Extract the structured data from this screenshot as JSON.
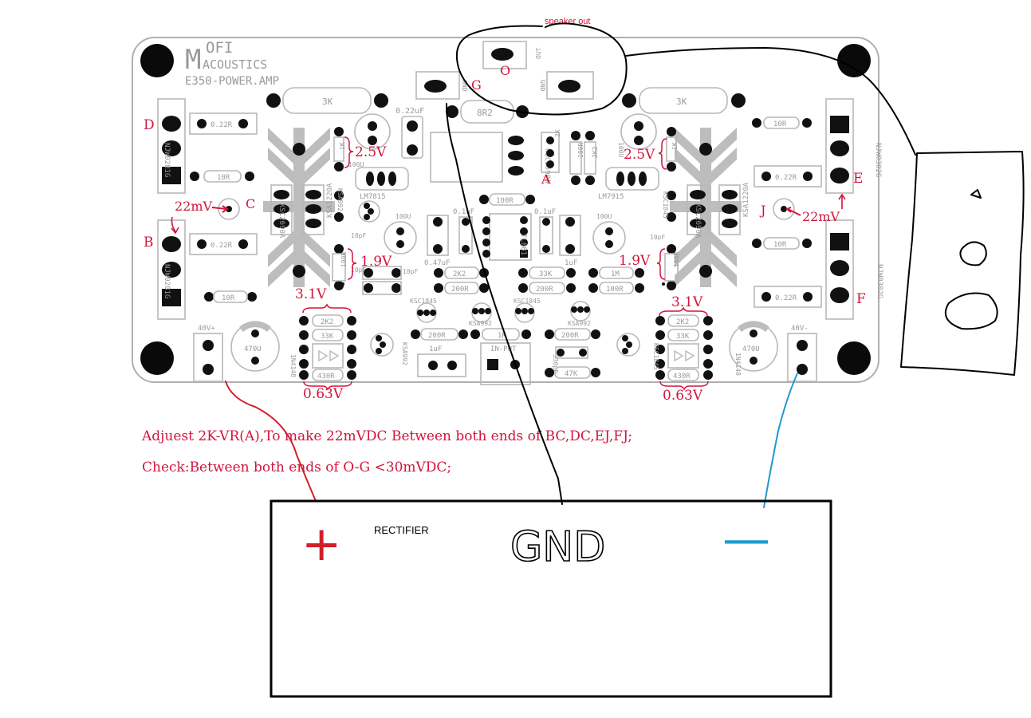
{
  "board": {
    "brand_main": "OFI",
    "brand_sub": "ACOUSTICS",
    "brand_initial": "M",
    "model": "E350-POWER.AMP",
    "labels": {
      "res_3k_left": "3K",
      "res_3k_right": "3K",
      "cap_022uf": "0.22uF",
      "res_8r2": "8R2",
      "out_pin": "OUT",
      "gnd_pin": "GND",
      "gnd_pin2": "GND",
      "r022_tl": "0.22R",
      "r10_l": "10R",
      "r022_bl": "0.22R",
      "r10_bl": "10R",
      "r10_tr": "10R",
      "r022_tr": "0.22R",
      "r10_br": "10R",
      "r022_br": "0.22R",
      "njw_left1": "NJW0281G",
      "njw_left2": "NJW0281G",
      "njw_right1": "NJW0302G",
      "njw_right2": "NJW0302G",
      "ksc2690a_l": "KSC2690A",
      "ksa1220a_l": "KSA1220A",
      "ksa992_l": "KSA992",
      "ksc2690a_r": "KSC2690A",
      "ksa1220a_r": "KSA1220A",
      "ksc1845_r": "KSC1845",
      "lm7815": "LM7815",
      "lm7915": "LM7915",
      "tl081": "TL081",
      "ksc2690a_c": "KSC2690A",
      "res_2k_vr": "2K",
      "res_100r_c": "100R",
      "res_2k2_c": "2K2",
      "cap_100u_l": "100U",
      "cap_100u_r": "100U",
      "cap_100u_l2": "100U",
      "cap_100u_r2": "100U",
      "cap_1k_l": "1K",
      "cap_1k_r": "1K",
      "cap_10pf_l": "10pF",
      "cap_10pf_l2": "10pF",
      "cap_10pf_l3": "10pF",
      "cap_10pf_r": "10pF",
      "res_100r_l": "100R",
      "res_100r_r": "100R",
      "res_100r_mid": "100R",
      "cap_01uf_l": "0.1uF",
      "cap_01uf_r": "0.1uF",
      "cap_047uf": "0.47uF",
      "cap_1uf_r": "1uF",
      "res_2k2_l": "2K2",
      "res_200r_l": "200R",
      "res_33k_c": "33K",
      "res_200r_c": "200R",
      "res_1m": "1M",
      "res_100r_c2": "100R",
      "ksc1845_l": "KSC1845",
      "ksa992_c": "KSA992",
      "ksc1845_c": "KSC1845",
      "ksa992_r": "KSA992",
      "res_2k2_bl": "2K2",
      "res_33k_bl": "33K",
      "res_430r_l": "430R",
      "res_2k2_br": "2K2",
      "res_33k_br": "33K",
      "res_430r_r": "430R",
      "diode_l": "1N4148",
      "diode_r": "1N4148",
      "ksa992_bl": "KSA992",
      "ksc1845_br": "KSC1845",
      "res_200r_bc": "200R",
      "res_1k_bc": "1K",
      "cap_1uf_bc": "1uF",
      "input": "IN-PUT",
      "res_200r_bc2": "200R",
      "res_47k": "47K",
      "cap_330pf": "330pF",
      "cap_470u_l": "470U",
      "cap_470u_r": "470U",
      "v40_pos": "40V+",
      "v40_neg": "40V-"
    }
  },
  "annotations": {
    "D": "D",
    "B": "B",
    "C": "C",
    "A": "A",
    "E": "E",
    "F": "F",
    "J": "J",
    "G": "G",
    "O": "O",
    "mv_left": "22mV",
    "mv_right": "22mV",
    "v25_left": "2.5V",
    "v25_right": "2.5V",
    "v19_left": "1.9V",
    "v19_right": "1.9V",
    "v31_left": "3.1V",
    "v31_right": "3.1V",
    "v063_left": "0.63V",
    "v063_right": "0.63V",
    "speaker_out": "speaker out"
  },
  "instructions": {
    "line1": "Adjuest 2K-VR(A),To make 22mVDC Between both ends of BC,DC,EJ,FJ;",
    "line2": "Check:Between both ends of O-G <30mVDC;"
  },
  "rectifier": {
    "title": "RECTIFIER",
    "gnd": "GND",
    "plus": "+",
    "minus": "—"
  },
  "colors": {
    "annotation": "#d2143c",
    "positive_wire": "#d0202a",
    "negative_wire": "#1e9bd0",
    "ground_wire": "#000000",
    "silkscreen": "#9a9a9a"
  }
}
